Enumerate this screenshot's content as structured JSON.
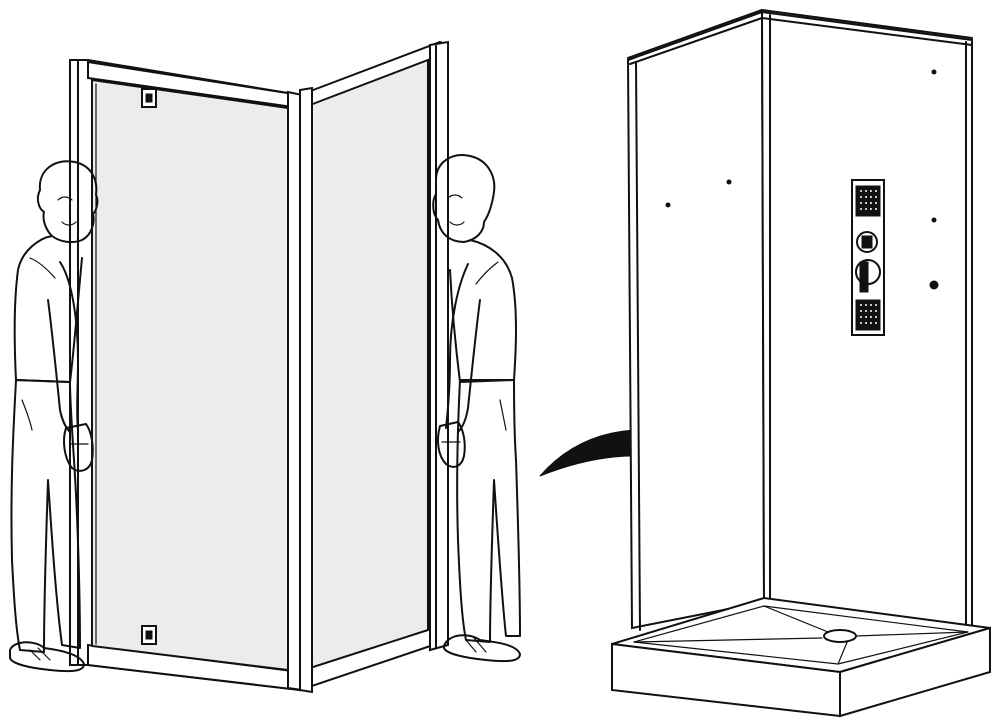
{
  "illustration": {
    "left_panel": "shower-door-and-side-panel-assembly",
    "right_panel": "shower-enclosure-with-tray-and-control-panel",
    "arrow": "curved-arrow-right",
    "colors": {
      "line": "#111111",
      "glass": "#ececec",
      "background": "#ffffff"
    }
  }
}
